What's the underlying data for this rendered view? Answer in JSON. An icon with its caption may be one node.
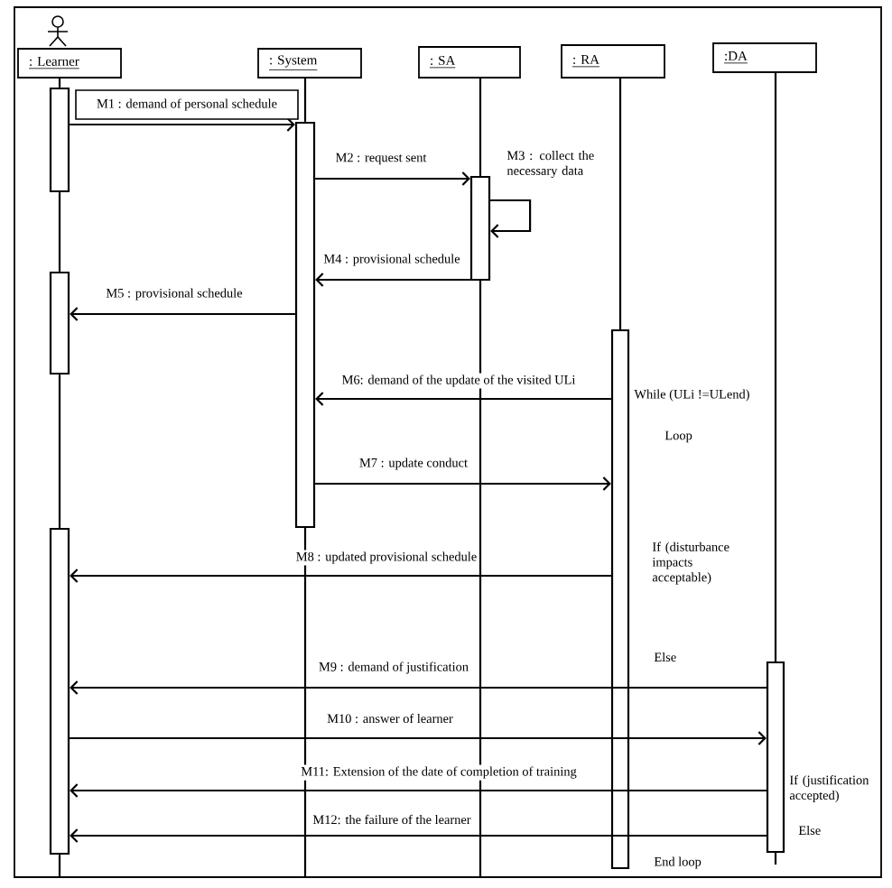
{
  "diagram": {
    "nodes": [
      {
        "text": [
          ": Learner"
        ]
      },
      {
        "text": [
          ": System"
        ]
      },
      {
        "text": [
          ": SA"
        ]
      },
      {
        "text": [
          ": RA"
        ]
      },
      {
        "text": [
          ":DA"
        ]
      },
      {
        "text": [],
        "shape": "bar"
      },
      {
        "text": [],
        "shape": "bar"
      },
      {
        "text": [],
        "shape": "bar"
      },
      {
        "text": [],
        "shape": "bar"
      },
      {
        "text": [],
        "shape": "bar"
      },
      {
        "text": [],
        "shape": "bar"
      },
      {
        "text": [],
        "shape": "bar"
      }
    ],
    "edges": [
      {
        "from": 5,
        "to": 8,
        "arrow": "to",
        "label": "M1 : demand of personal schedule"
      },
      {
        "from": 8,
        "to": 9,
        "arrow": "to",
        "label": "M2 : request sent"
      },
      {
        "from": 9,
        "to": 9,
        "arrow": "to",
        "label": "M3 : collect the necessary data"
      },
      {
        "from": 9,
        "to": 8,
        "arrow": "to",
        "label": "M4 : provisional schedule"
      },
      {
        "from": 8,
        "to": 6,
        "arrow": "to",
        "label": "M5 : provisional schedule"
      },
      {
        "from": 10,
        "to": 8,
        "arrow": "to",
        "label": "M6: demand of the update of the visited ULi"
      },
      {
        "from": 8,
        "to": 10,
        "arrow": "to",
        "label": "M7 : update conduct"
      },
      {
        "from": 10,
        "to": 7,
        "arrow": "to",
        "label": "M8 : updated provisional schedule"
      },
      {
        "from": 11,
        "to": 7,
        "arrow": "to",
        "label": "M9 : demand of justification"
      },
      {
        "from": 7,
        "to": 11,
        "arrow": "to",
        "label": "M10 : answer of learner"
      },
      {
        "from": 11,
        "to": 7,
        "arrow": "to",
        "label": "M11: Extension of the date of completion of training"
      },
      {
        "from": 11,
        "to": 7,
        "arrow": "to",
        "label": "M12: the failure of the learner"
      },
      {
        "from": 0,
        "to": 5,
        "arrow": "none"
      },
      {
        "from": 5,
        "to": 6,
        "arrow": "none"
      },
      {
        "from": 6,
        "to": 7,
        "arrow": "none"
      },
      {
        "from": 7,
        "to": null,
        "arrow": "none"
      },
      {
        "from": 1,
        "to": 8,
        "arrow": "none"
      },
      {
        "from": 8,
        "to": null,
        "arrow": "none"
      },
      {
        "from": 2,
        "to": 9,
        "arrow": "none"
      },
      {
        "from": 9,
        "to": null,
        "arrow": "none"
      },
      {
        "from": 3,
        "to": 10,
        "arrow": "none"
      },
      {
        "from": 4,
        "to": 11,
        "arrow": "none"
      },
      {
        "from": 11,
        "to": null,
        "arrow": "none"
      }
    ],
    "labels": [
      "While (ULi !=ULend)",
      "Loop",
      "If (disturbance impacts acceptable)",
      "Else",
      "If (justification accepted)",
      "Else",
      "End loop"
    ]
  }
}
